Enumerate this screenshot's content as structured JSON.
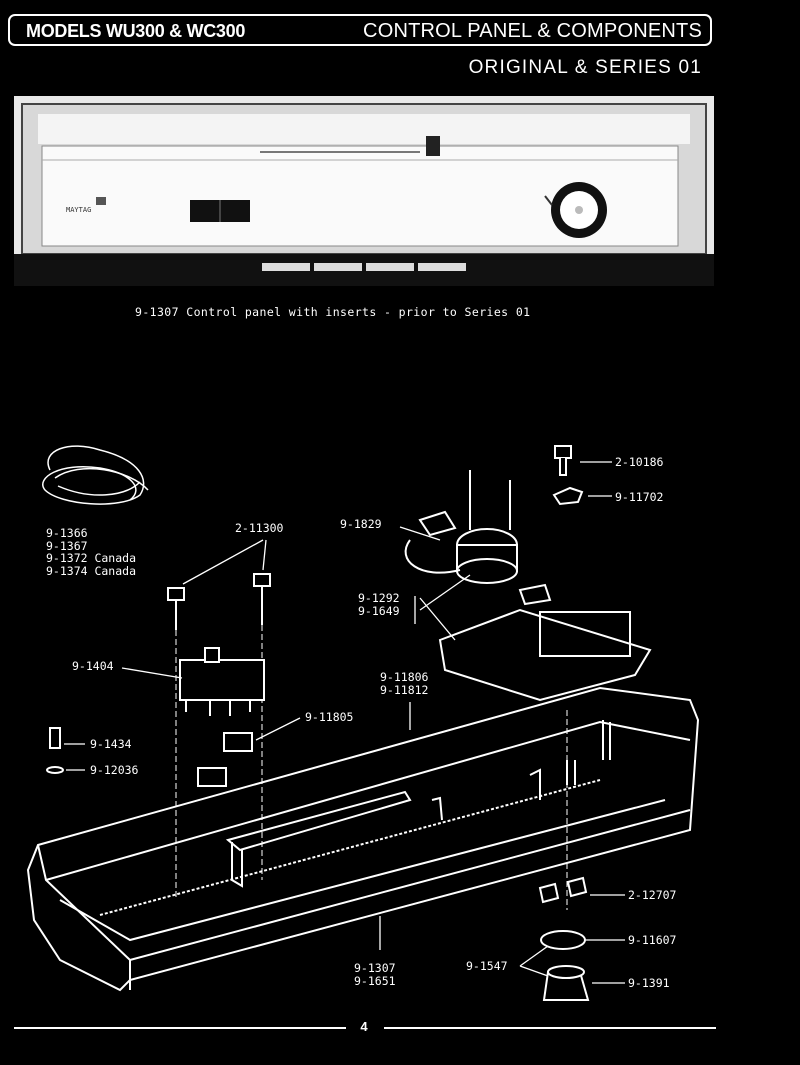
{
  "header": {
    "models": "MODELS WU300 & WC300",
    "section_title": "CONTROL PANEL & COMPONENTS",
    "series": "ORIGINAL  &  SERIES  01"
  },
  "photo": {
    "caption": "9-1307 Control panel with inserts - prior to Series 01",
    "brand_mark": "MAYTAG"
  },
  "callouts": {
    "harness": [
      "9-1366",
      "9-1367",
      "9-1372 Canada",
      "9-1374 Canada"
    ],
    "screws_top": "2-11300",
    "timer_knob_wire": "9-1829",
    "timer": [
      "9-1292",
      "9-1649"
    ],
    "bolt": "2-10186",
    "clip": "9-11702",
    "switch": "9-1404",
    "insert": "9-11805",
    "panel_insert": [
      "9-11806",
      "9-11812"
    ],
    "screw_small": "9-1434",
    "washer": "9-12036",
    "panel": [
      "9-1307",
      "9-1651"
    ],
    "nuts": "2-12707",
    "dial": "9-11607",
    "knob_skirt": "9-1547",
    "knob": "9-1391"
  },
  "footer": {
    "page_number": "4"
  }
}
